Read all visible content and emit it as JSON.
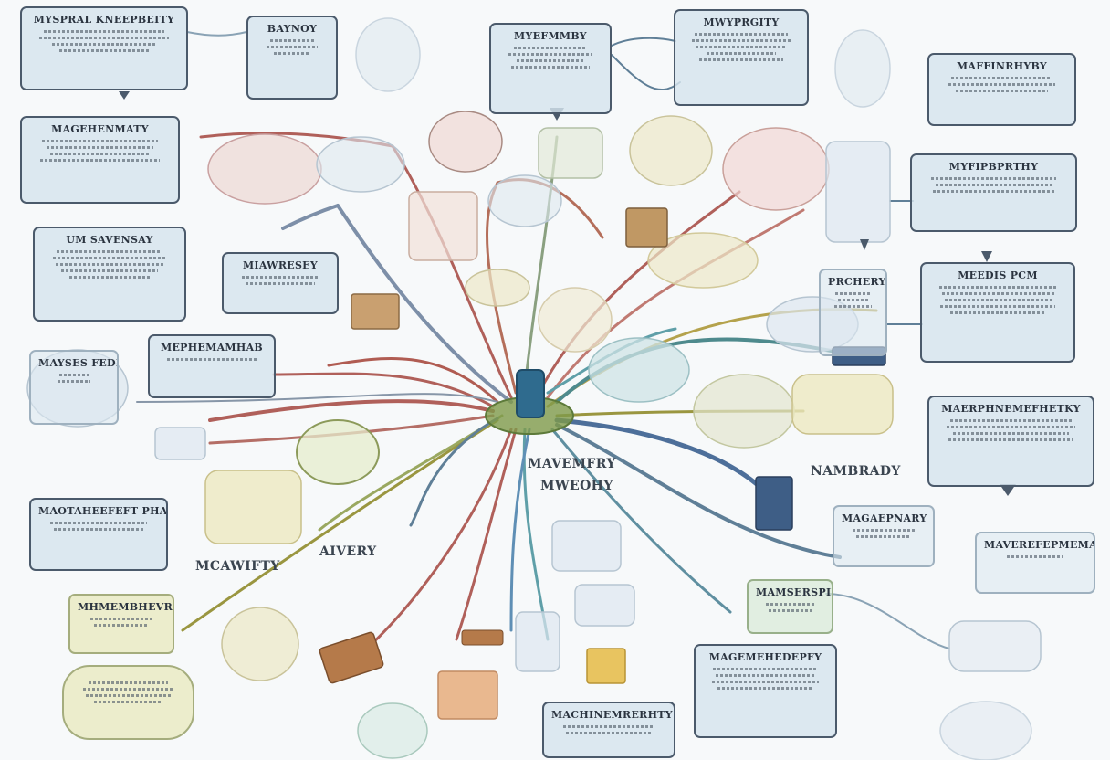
{
  "colors": {
    "box_border": "#4b5a6b",
    "box_fill": "#d6e4ee",
    "branch_red": "#b0605a",
    "branch_blue": "#5f7f97",
    "branch_olive": "#9a9640",
    "branch_teal": "#4e8a8d",
    "hub": "#2f6b8e"
  },
  "boxes": [
    {
      "title": "MYSPRAL KNEEPBEITY"
    },
    {
      "title": "BAYNOY"
    },
    {
      "title": "MYEFMMBY"
    },
    {
      "title": "MWYPRGITY"
    },
    {
      "title": "MAFFINRHYBY"
    },
    {
      "title": "MAGEHENMATY"
    },
    {
      "title": "MYFIPBPRTHY"
    },
    {
      "title": "UM SAVENSAY"
    },
    {
      "title": "MIAWRESEY"
    },
    {
      "title": "PRCHERYTY"
    },
    {
      "title": "MEEDIS PCM"
    },
    {
      "title": "MEPHEMAMHAB"
    },
    {
      "title": "MAYSES FEDP"
    },
    {
      "title": "MAERPHNEMEFHETKY"
    },
    {
      "title": "MAOTAHEEFEFT PHANE"
    },
    {
      "title": "MAGAEPNARY"
    },
    {
      "title": "MAVEREFEPMEMAY"
    },
    {
      "title": "MHMEMBHEVRS"
    },
    {
      "title": "MAMSERSPIPHNY"
    },
    {
      "title": "MACHINEMRERHTY"
    },
    {
      "title": "MAGEMEHEDEPFY"
    }
  ],
  "labels": [
    {
      "text": "MAVEMFRY"
    },
    {
      "text": "MWEOHY"
    },
    {
      "text": "NAMBRADY"
    },
    {
      "text": "MCAWIFTY"
    },
    {
      "text": "AIVERY"
    }
  ]
}
